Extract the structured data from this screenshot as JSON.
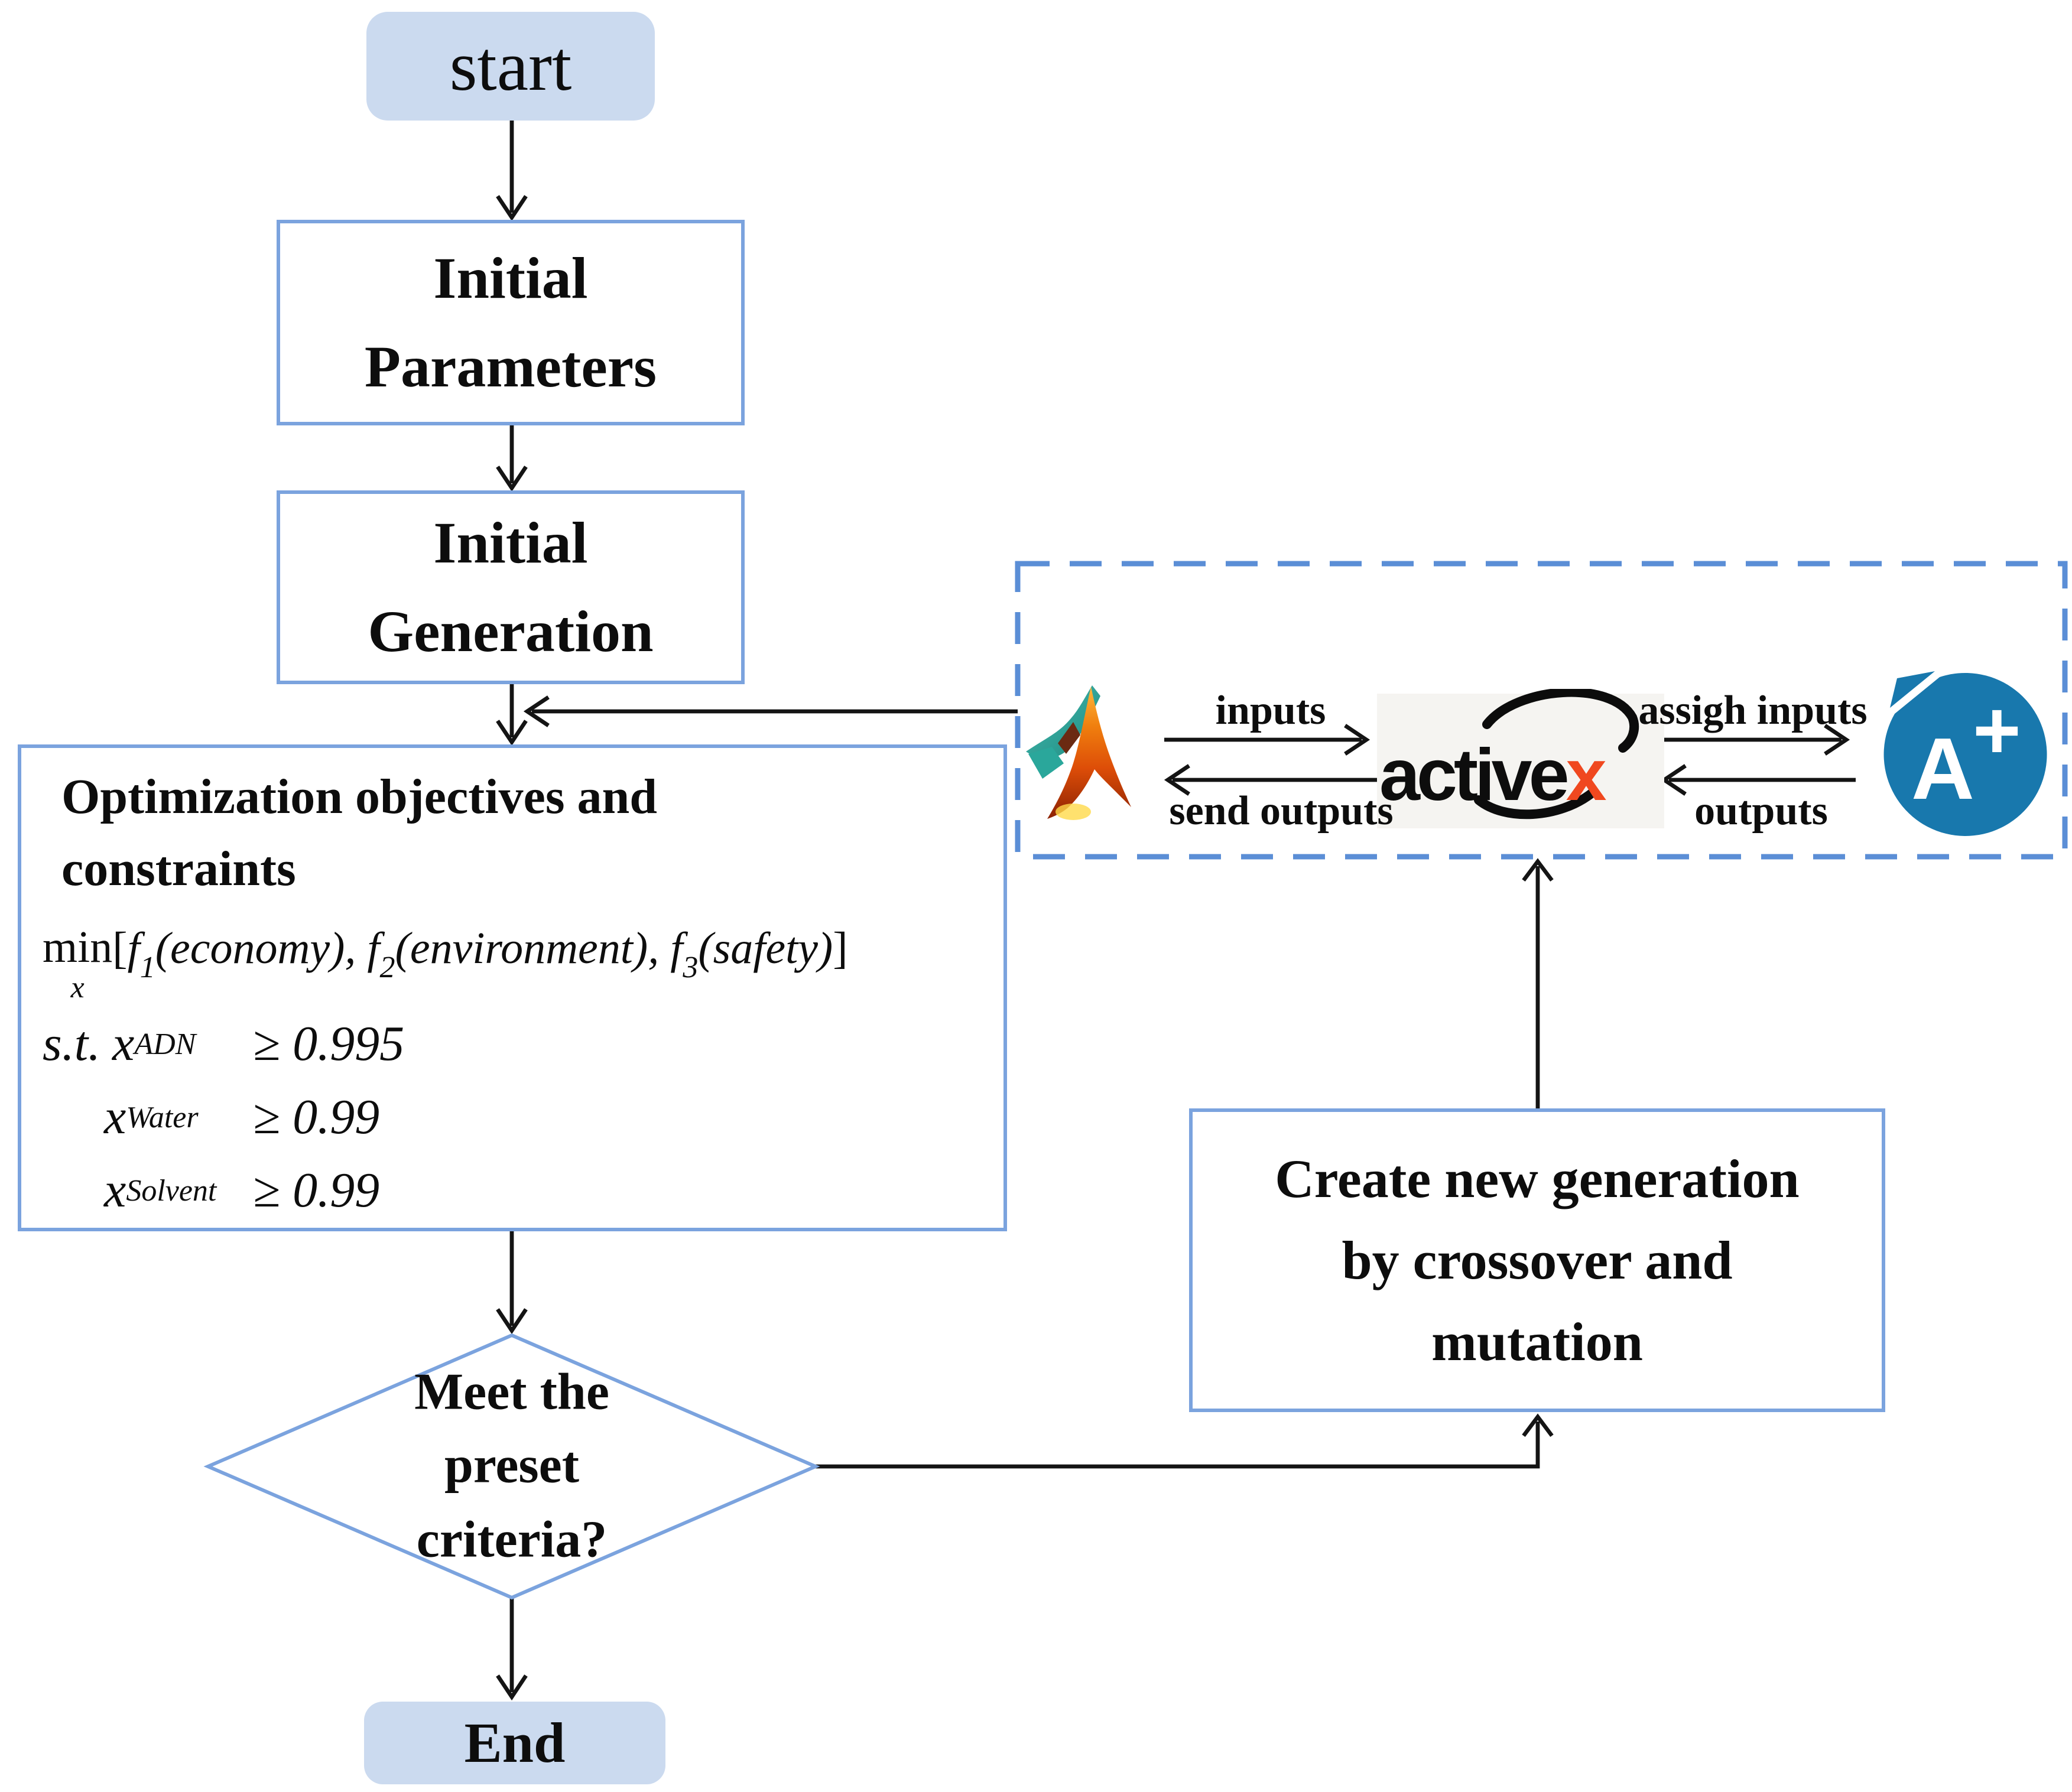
{
  "figure": {
    "type": "flowchart",
    "description": "Multi-objective genetic algorithm optimization loop coupling MATLAB and Aspen Plus through ActiveX"
  },
  "colors": {
    "accent": "#7ba3de",
    "dashed_border": "#5b8ed6",
    "terminal_fill": "#cbdaef",
    "arrow": "#141414",
    "activex_x": "#f0481f",
    "aspen_blue": "#1878ad",
    "matlab_teal": "#2aa79b"
  },
  "nodes": {
    "start": {
      "label": "start"
    },
    "initial_parameters": {
      "line1": "Initial",
      "line2": "Parameters"
    },
    "initial_generation": {
      "line1": "Initial",
      "line2": "Generation"
    },
    "optimization": {
      "title_line1": "Optimization objectives and",
      "title_line2": "constraints",
      "objective": {
        "op": "min",
        "op_sub": "x",
        "open": "[",
        "f1": "f",
        "f1_sub": "1",
        "f1_arg": "(economy),",
        "f2": "f",
        "f2_sub": "2",
        "f2_arg": "(environment),",
        "f3": "f",
        "f3_sub": "3",
        "f3_arg": "(safety)",
        "close": "]"
      },
      "constraints": [
        {
          "lead": "s.t.",
          "var": "x",
          "sub": "ADN",
          "rel": "≥",
          "value": "0.995"
        },
        {
          "lead": "",
          "var": "x",
          "sub": "Water",
          "rel": "≥",
          "value": "0.99"
        },
        {
          "lead": "",
          "var": "x",
          "sub": "Solvent",
          "rel": "≥",
          "value": "0.99"
        }
      ]
    },
    "decision": {
      "line1": "Meet the",
      "line2": "preset",
      "line3": "criteria?"
    },
    "create_generation": {
      "line1": "Create new generation",
      "line2": "by crossover and",
      "line3": "mutation"
    },
    "end": {
      "label": "End"
    }
  },
  "integration_box": {
    "matlab_logo": "matlab-peaks-logo",
    "activex": {
      "word": "active",
      "x": "x"
    },
    "aspen": {
      "letter": "A",
      "plus": "+"
    },
    "labels": {
      "inputs": "inputs",
      "send_outputs": "send outputs",
      "assign_inputs": "assigh inputs",
      "outputs": "outputs"
    }
  }
}
